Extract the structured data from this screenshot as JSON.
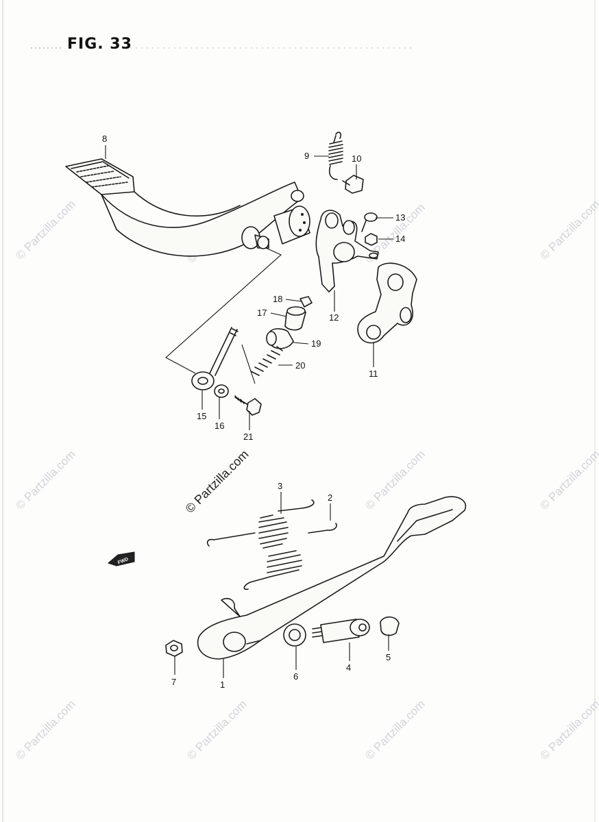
{
  "figure": {
    "title": "FIG. 33"
  },
  "watermark": {
    "text": "© Partzilla.com"
  },
  "fwd_label": "FWD",
  "callouts": {
    "c1": "1",
    "c2": "2",
    "c3": "3",
    "c4": "4",
    "c5": "5",
    "c6": "6",
    "c7": "7",
    "c8": "8",
    "c9": "9",
    "c10": "10",
    "c11": "11",
    "c12": "12",
    "c13": "13",
    "c14": "14",
    "c15": "15",
    "c16": "16",
    "c17": "17",
    "c18": "18",
    "c19": "19",
    "c20": "20",
    "c21": "21"
  }
}
